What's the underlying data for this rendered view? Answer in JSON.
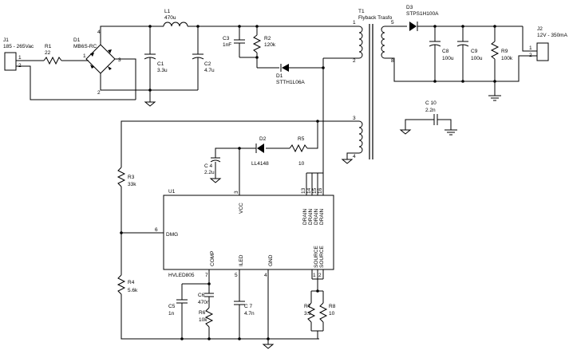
{
  "components": {
    "j1": {
      "ref": "J1",
      "value": "185 - 265Vac",
      "p1": "1",
      "p2": "2"
    },
    "r1": {
      "ref": "R1",
      "value": "22"
    },
    "d1": {
      "ref": "D1",
      "value": "MB6S-RC",
      "p1": "1",
      "p2": "2",
      "p3": "3",
      "p4": "4"
    },
    "l1": {
      "ref": "L1",
      "value": "470u"
    },
    "c1": {
      "ref": "C1",
      "value": "3.3u"
    },
    "c2": {
      "ref": "C2",
      "value": "4.7u"
    },
    "c3": {
      "ref": "C3",
      "value": "1nF"
    },
    "r2": {
      "ref": "R2",
      "value": "120k"
    },
    "d_snub": {
      "ref": "D1",
      "value": "STTH1L06A"
    },
    "t1": {
      "ref": "T1",
      "value": "Flyback Trasfo",
      "p1": "1",
      "p2": "2",
      "p3": "3",
      "p4": "4",
      "p5": "5",
      "p8": "8"
    },
    "d3": {
      "ref": "D3",
      "value": "STPS1H100A"
    },
    "c8": {
      "ref": "C8",
      "value": "100u"
    },
    "c9": {
      "ref": "C9",
      "value": "100u"
    },
    "r9": {
      "ref": "R9",
      "value": "100k"
    },
    "j2": {
      "ref": "J2",
      "value": "12V - 350mA",
      "p1": "1",
      "p2": "2"
    },
    "c10": {
      "ref": "C 10",
      "value": "2.2n"
    },
    "d2": {
      "ref": "D2",
      "value": "LL4148"
    },
    "r5": {
      "ref": "R5",
      "value": "10"
    },
    "c4": {
      "ref": "C 4",
      "value": "2.2u"
    },
    "r3": {
      "ref": "R3",
      "value": "33k"
    },
    "r4": {
      "ref": "R4",
      "value": "5.6k"
    },
    "u1": {
      "ref": "U1",
      "value": "HVLED805",
      "pins": {
        "vcc": "VCC",
        "dmg": "DMG",
        "comp": "COMP",
        "iled": "ILED",
        "gnd": "GND",
        "drain": "DRAIN",
        "source": "SOURCE"
      },
      "nums": {
        "vcc": "3",
        "dmg": "6",
        "comp": "7",
        "iled": "5",
        "gnd": "4",
        "d13": "13",
        "d14": "14",
        "d15": "15",
        "d16": "16",
        "s1": "1",
        "s2": "2"
      }
    },
    "c5": {
      "ref": "C5",
      "value": "1n"
    },
    "c6": {
      "ref": "C6",
      "value": "470n"
    },
    "r6": {
      "ref": "R6",
      "value": "10k"
    },
    "c7": {
      "ref": "C 7",
      "value": "4.7n"
    },
    "r7": {
      "ref": "R7",
      "value": "3.3"
    },
    "r8": {
      "ref": "R8",
      "value": "10"
    }
  }
}
